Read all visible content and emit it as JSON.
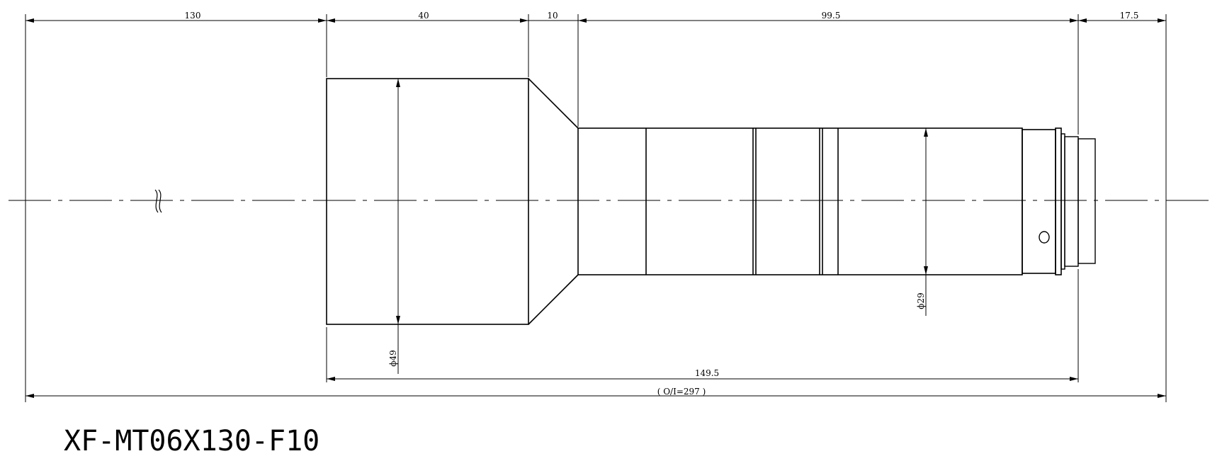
{
  "title": "XF-MT06X130-F10",
  "dimensions": {
    "working_distance": "130",
    "front_length": "40",
    "taper_length": "10",
    "barrel_length": "99.5",
    "mount_length": "17.5",
    "body_length": "149.5",
    "total_length": "( O/I=297 )"
  },
  "diameters": {
    "front": "ϕ49",
    "barrel": "ϕ29"
  },
  "colors": {
    "line": "#000000",
    "background": "#ffffff"
  }
}
